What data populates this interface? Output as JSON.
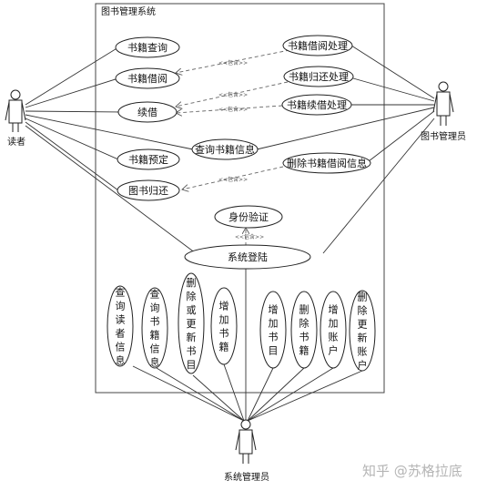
{
  "system": {
    "title": "图书管理系统"
  },
  "actors": {
    "reader": "读者",
    "librarian": "图书管理员",
    "admin": "系统管理员"
  },
  "use_cases": {
    "book_query": "书籍查询",
    "book_borrow": "书籍借阅",
    "renew": "续借",
    "book_reserve": "书籍预定",
    "book_return": "图书归还",
    "borrow_process": "书籍借阅处理",
    "return_process": "书籍归还处理",
    "renew_process": "书籍续借处理",
    "query_book_info": "查询书籍信息",
    "delete_borrow_info": "删除书籍借阅信息",
    "identity_verify": "身份验证",
    "system_login": "系统登陆",
    "query_reader_info": "查询读者信息",
    "query_book_info_admin": "查询书籍信息",
    "delete_update_catalog": "删除或更新书目",
    "add_book": "增加书籍",
    "add_catalog": "增加书目",
    "delete_book": "删除书籍",
    "add_account": "增加账户",
    "delete_update_account": "删除更新账户"
  },
  "include_label": "<<包含>>",
  "watermark": "知乎 @苏格拉底"
}
